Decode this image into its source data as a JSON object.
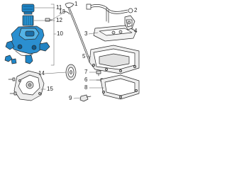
{
  "diagram": {
    "callouts": [
      {
        "label": "11",
        "name": "oil-filter-cap"
      },
      {
        "label": "12",
        "name": "oil-filter-element"
      },
      {
        "label": "10",
        "name": "oil-filter-housing"
      },
      {
        "label": "13",
        "name": "dipstick-tube-bolt"
      },
      {
        "label": "1",
        "name": "dipstick"
      },
      {
        "label": "2",
        "name": "dipstick-tube"
      },
      {
        "label": "3",
        "name": "windage-tray"
      },
      {
        "label": "4",
        "name": "oil-pump-pickup"
      },
      {
        "label": "5",
        "name": "upper-oil-pan"
      },
      {
        "label": "7",
        "name": "drain-plug"
      },
      {
        "label": "6",
        "name": "lower-oil-pan-bolt"
      },
      {
        "label": "8",
        "name": "lower-oil-pan"
      },
      {
        "label": "9",
        "name": "oil-sensor"
      },
      {
        "label": "14",
        "name": "pulley"
      },
      {
        "label": "15",
        "name": "front-cover"
      }
    ]
  }
}
